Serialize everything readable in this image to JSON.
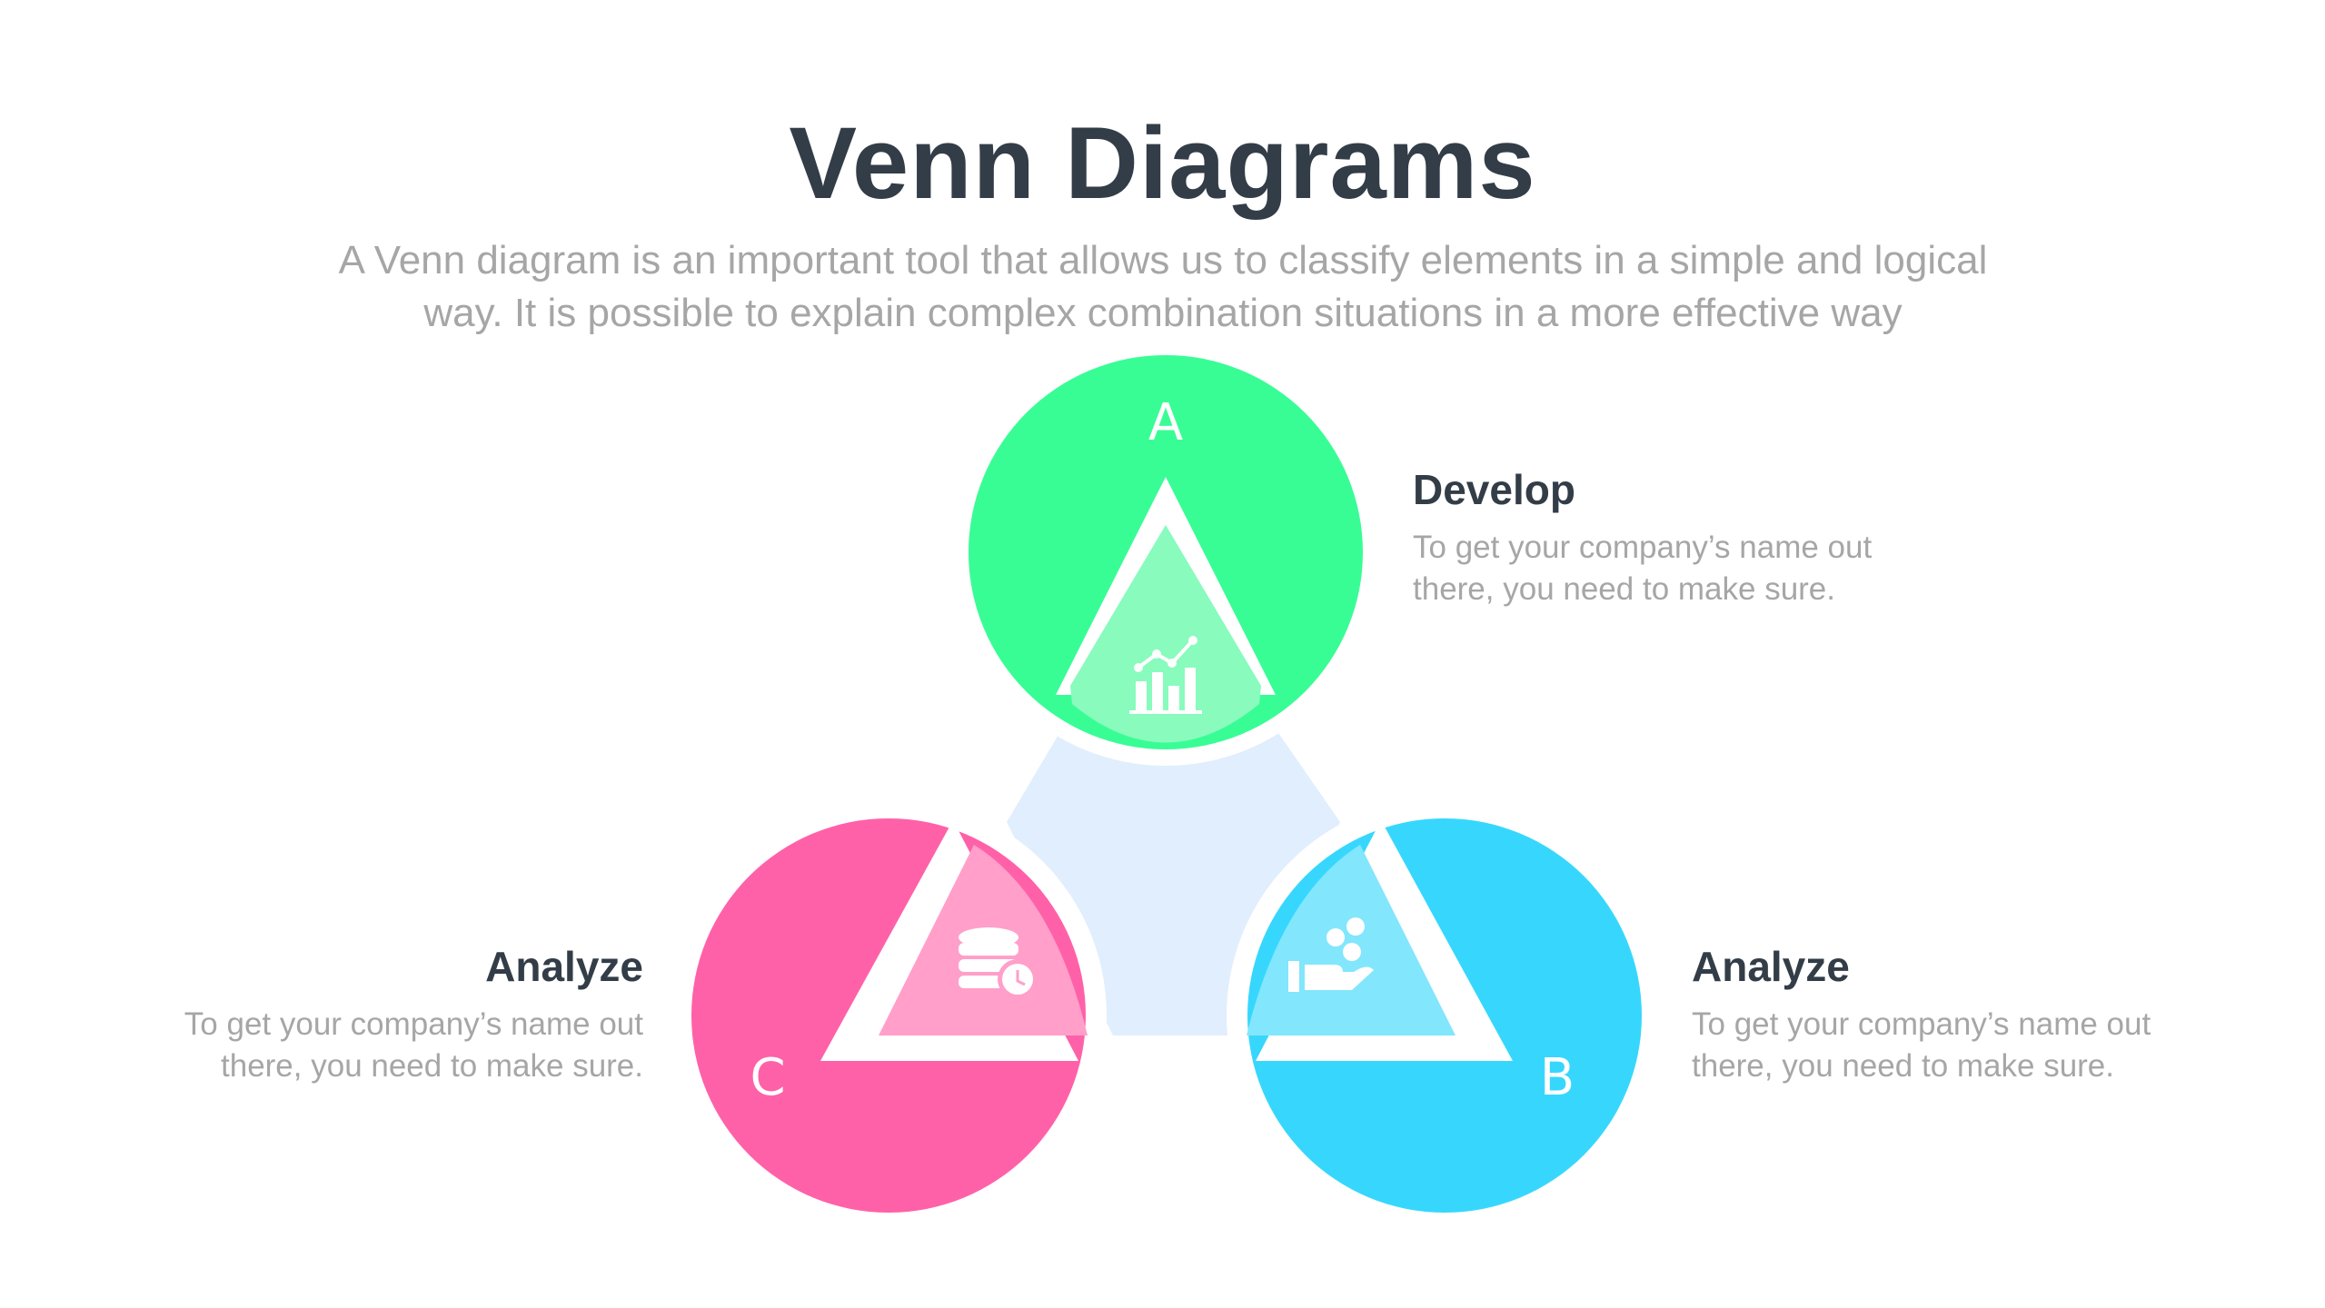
{
  "header": {
    "title": "Venn Diagrams",
    "subtitle_line1": "A Venn diagram is an important tool that allows us to classify elements in a simple and logical",
    "subtitle_line2": "way. It is possible to explain complex combination situations in a more effective way"
  },
  "diagram": {
    "circles": [
      {
        "letter": "A",
        "color": "#38fd95",
        "icon": "growth-chart-icon"
      },
      {
        "letter": "B",
        "color": "#37d7fd",
        "icon": "hand-coins-icon"
      },
      {
        "letter": "C",
        "color": "#ff61a8",
        "icon": "database-clock-icon"
      }
    ],
    "center_color": "#e1eefd"
  },
  "blurbs": {
    "a": {
      "title": "Develop",
      "line1": "To get your company’s name out",
      "line2": "there, you need to make sure."
    },
    "b": {
      "title": "Analyze",
      "line1": "To get your company’s name out",
      "line2": "there, you need to make sure."
    },
    "c": {
      "title": "Analyze",
      "line1": "To get your company’s name out",
      "line2": "there, you need to make sure."
    }
  }
}
